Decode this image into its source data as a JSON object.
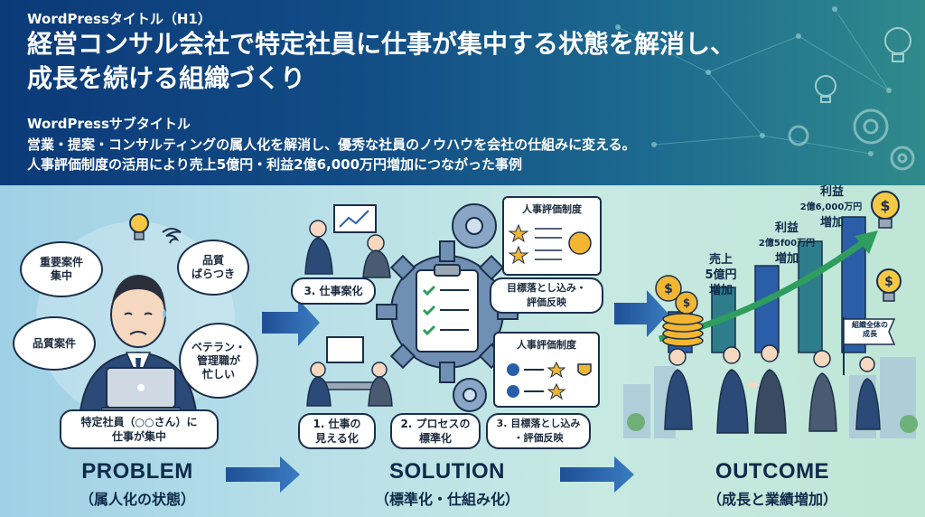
{
  "header": {
    "title_label": "WordPressタイトル（H1）",
    "title_line1": "経営コンサル会社で特定社員に仕事が集中する状態を解消し、",
    "title_line2": "成長を続ける組織づくり",
    "subtitle_label": "WordPressサブタイトル",
    "subtitle_line1": "営業・提案・コンサルティングの属人化を解消し、優秀な社員のノウハウを会社の仕組みに変える。",
    "subtitle_line2": "人事評価制度の活用により売上5億円・利益2億6,000万円増加につながった事例"
  },
  "problem": {
    "title": "PROBLEM",
    "subtitle": "（属人化の状態）",
    "bubbles": [
      "重要案件\n集中",
      "品質\nばらつき",
      "品質案件",
      "ベテラン・\n管理職が\n忙しい"
    ],
    "caption": "特定社員（○○さん）に\n仕事が集中"
  },
  "solution": {
    "title": "SOLUTION",
    "subtitle": "（標準化・仕組み化）",
    "card_title": "人事評価制度",
    "card_title2": "人事評価制度",
    "labels": {
      "task": "3. 仕事案化",
      "goal": "目標落とし込み・\n評価反映",
      "visual": "1. 仕事の\n見える化",
      "process": "2. プロセスの\n標準化",
      "goal2": "3. 目標落とし込み\n・評価反映"
    }
  },
  "outcome": {
    "title": "OUTCOME",
    "subtitle": "（成長と業績増加）",
    "sales": "売上\n5億円\n増加",
    "profit_mid_value": "2億5f00万円",
    "profit_mid_label": "利益",
    "profit_mid_inc": "増加",
    "profit_top_label": "利益",
    "profit_top_value": "2億6,000万円",
    "profit_top_inc": "増加",
    "flag": "組織全体の\n成長",
    "bars": [
      30,
      48,
      64,
      82,
      100
    ]
  },
  "colors": {
    "navy": "#0b3a78",
    "teal": "#2f8a8c",
    "arrow": "#2a5ea8",
    "gold": "#f2b632",
    "green": "#2e9d5d"
  }
}
